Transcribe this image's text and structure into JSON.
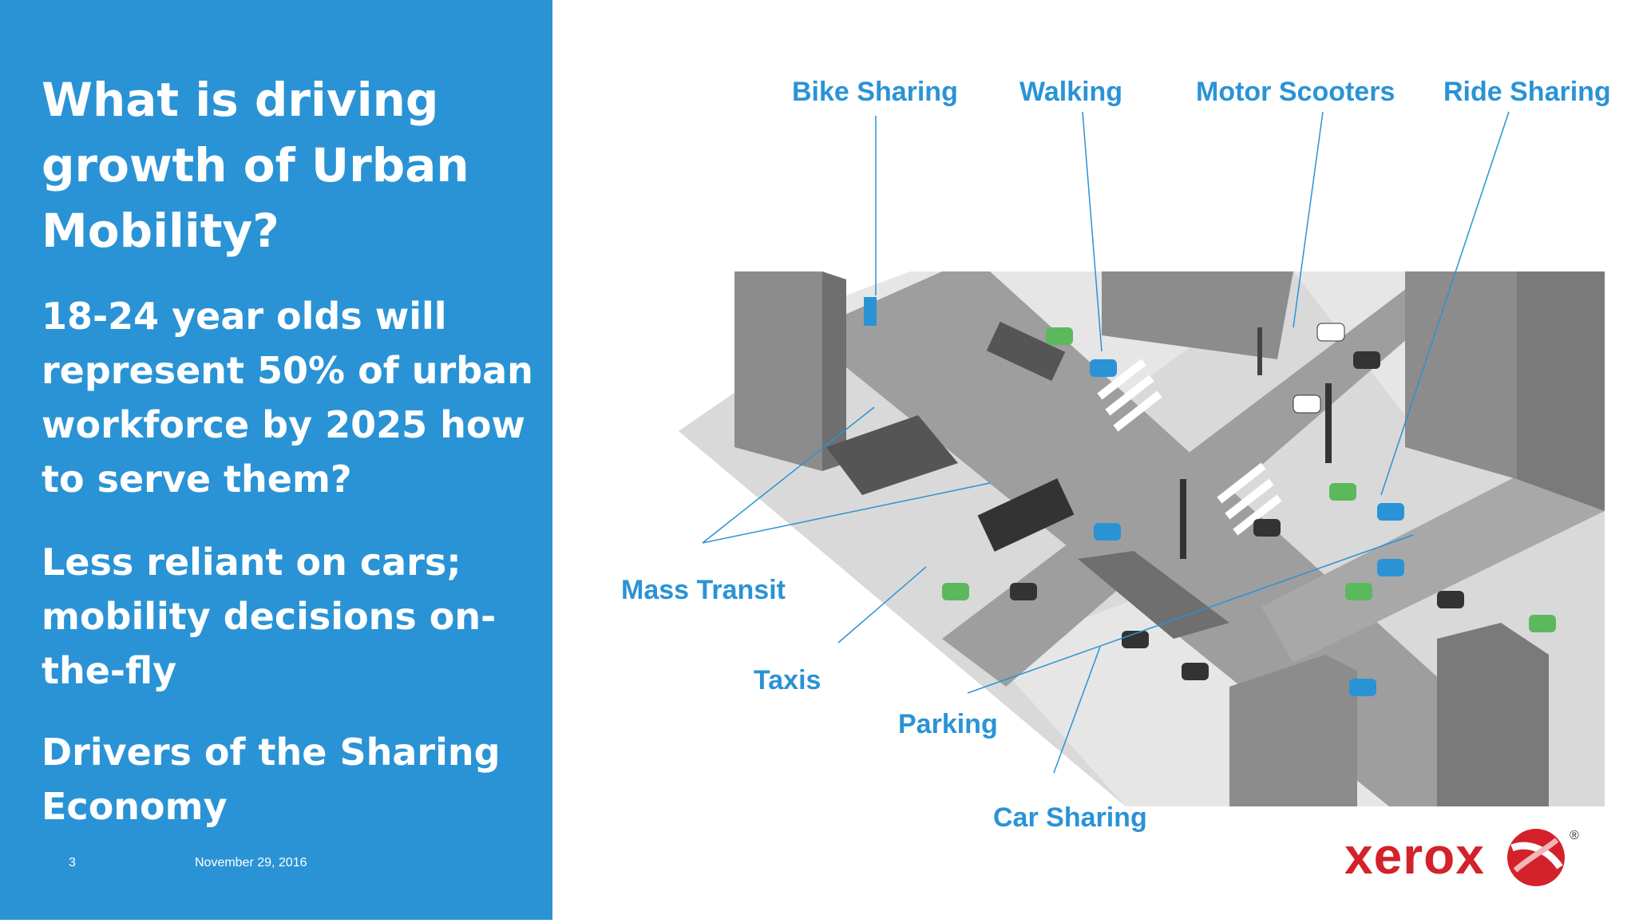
{
  "left_panel": {
    "title": "What is driving growth of Urban Mobility?",
    "bullets": [
      "18-24 year olds will represent 50% of urban workforce by 2025 how to serve them?",
      "Less reliant on cars; mobility decisions on-the-fly",
      "Drivers of the Sharing Economy"
    ],
    "slide_number": "3",
    "date": "November 29, 2016",
    "background_color": "#2a93d5"
  },
  "diagram": {
    "labels": {
      "bike_sharing": "Bike Sharing",
      "walking": "Walking",
      "motor_scooters": "Motor Scooters",
      "ride_sharing": "Ride Sharing",
      "mass_transit": "Mass Transit",
      "taxis": "Taxis",
      "parking": "Parking",
      "car_sharing": "Car Sharing"
    },
    "label_color": "#2a93d5",
    "vehicle_green": "#5cb85c",
    "vehicle_blue": "#2a93d5"
  },
  "logo": {
    "wordmark": "xerox",
    "registered": "®",
    "color": "#d3222a"
  }
}
